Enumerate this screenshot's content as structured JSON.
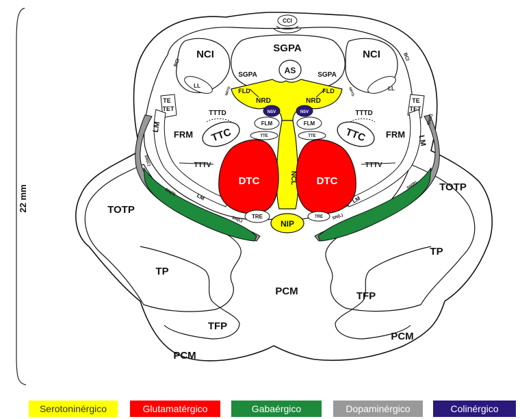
{
  "scale_bar": {
    "label": "22 mm"
  },
  "regions": {
    "cci": "CCI",
    "sgpa": "SGPA",
    "as": "AS",
    "sgpa_left": "SGPA",
    "sgpa_right": "SGPA",
    "nci_left": "NCI",
    "nci_right": "NCI",
    "ll_left": "LL",
    "ll_right": "LL",
    "bci_left": "BCI",
    "bci_right": "BCI",
    "mlf_left": "NRTD",
    "mlf_right": "NRTD",
    "fld_left": "FLD",
    "fld_right": "FLD",
    "nrd_left": "NRD",
    "nrd_right": "NRD",
    "nsv_left": "NSV",
    "nsv_right": "NSV",
    "te_left": "TE",
    "tet_left": "TET",
    "te_right": "TE",
    "tet_right": "TET",
    "tttd_left": "TTTD",
    "tttd_right": "TTTD",
    "flm_left": "FLM",
    "flm_right": "FLM",
    "frm_left": "FRM",
    "frm_right": "FRM",
    "ttc_left": "TTC",
    "ttc_right": "TTC",
    "lm_left": "LM",
    "lm_right": "LM",
    "tte_left": "TTE",
    "tte_right": "TTE",
    "tttv_left": "TTTV",
    "tttv_right": "TTTV",
    "dtc_left": "DTC",
    "dtc_right": "DTC",
    "ncl": "NCL",
    "lm_low_left": "LM",
    "lm_low_right": "LM",
    "tre": "TRE",
    "tre_right": "TRE",
    "nip": "NIP",
    "snc_left": "SN(C)",
    "snc_right": "SN(C)",
    "snr_left": "SN(R)",
    "snr_right": "SN(R)",
    "snrl_left": "SN(L)",
    "snrl_right": "SN(L)",
    "totp_left": "TOTP",
    "totp_right": "TOTP",
    "tp_left": "TP",
    "tp_right": "TP",
    "pcm_center": "PCM",
    "tfp_left": "TFP",
    "tfp_right": "TFP",
    "pcm_left": "PCM",
    "pcm_right": "PCM"
  },
  "legend": [
    {
      "label": "Serotoninérgico",
      "color": "#ffff00",
      "text_color": "#333333"
    },
    {
      "label": "Glutamatérgico",
      "color": "#ff0000",
      "text_color": "#ffffff"
    },
    {
      "label": "Gabaérgico",
      "color": "#1e8a3c",
      "text_color": "#ffffff"
    },
    {
      "label": "Dopaminérgico",
      "color": "#999999",
      "text_color": "#ffffff"
    },
    {
      "label": "Colinérgico",
      "color": "#2b1a7c",
      "text_color": "#ffffff"
    }
  ],
  "colors": {
    "serotonergic": "#ffff00",
    "glutamatergic": "#ff0000",
    "gabaergic": "#1e8a3c",
    "dopaminergic": "#999999",
    "cholinergic": "#2b1a7c",
    "outline": "#111111"
  }
}
